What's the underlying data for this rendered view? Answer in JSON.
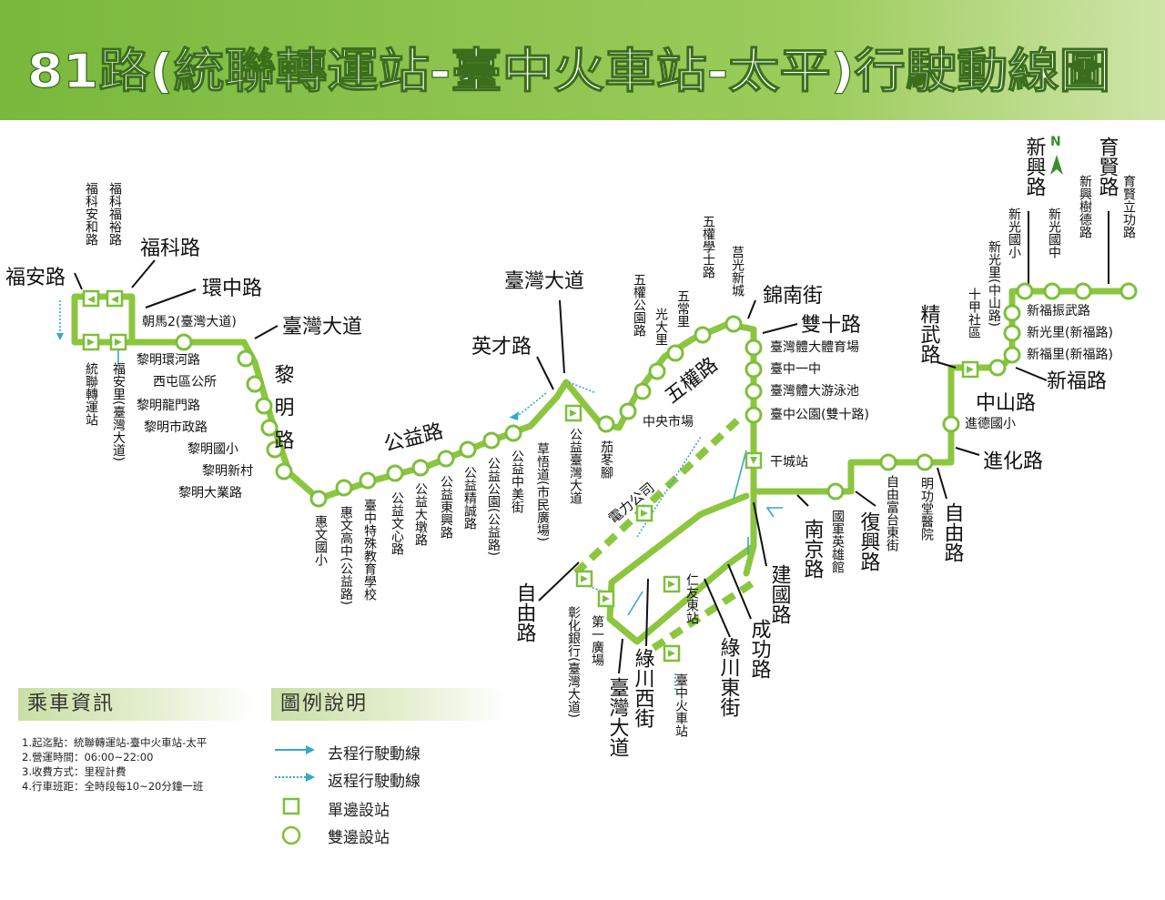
{
  "title": "81路(統聯轉運站-臺中火車站-太平)行駛動線圖",
  "colors": {
    "route": "#8cc63f",
    "station": "#7dbf3a",
    "outbound": "#36a9c6",
    "return": "#36a9c6",
    "header": "#7fbd42"
  },
  "compass": "N",
  "roads": {
    "fuan": "福安路",
    "fuke": "福科路",
    "huanzhong": "環中路",
    "taiwan_west": "臺灣大道",
    "liming": "黎明路",
    "gongyi": "公益路",
    "yingcai": "英才路",
    "taiwan_mid": "臺灣大道",
    "wuquan": "五權路",
    "jinnan": "錦南街",
    "shuangshi": "雙十路",
    "jingwu": "精武路",
    "xinxing": "新興路",
    "yuxian": "育賢路",
    "xinfu": "新福路",
    "zhongshan": "中山路",
    "jinhua": "進化路",
    "ziyou_east": "自由路",
    "fuxing": "復興路",
    "nanjing": "南京路",
    "jianguo": "建國路",
    "chenggong": "成功路",
    "lvchuan_east": "綠川東街",
    "lvchuan_west": "綠川西街",
    "taiwan_south": "臺灣大道",
    "ziyou_mid": "自由路",
    "taipower": "電力公司"
  },
  "stations": {
    "fuke_anhe": "福科安和路",
    "fuke_fuyu": "福科福裕路",
    "tonglian": "統聯轉運站",
    "fuan_li": "福安里(臺灣大道)",
    "chaoma": "朝馬2(臺灣大道)",
    "limeng_huanhe": "黎明環河路",
    "xitun": "西屯區公所",
    "liming_longmen": "黎明龍門路",
    "liming_market": "黎明市政路",
    "liming_school": "黎明國小",
    "liming_village": "黎明新村",
    "liming_daye": "黎明大業路",
    "huiwen_school": "惠文國小",
    "huiwen_high": "惠文高中(公益路)",
    "special_school": "臺中特殊教育學校",
    "gongyi_wenxin": "公益文心路",
    "gongyi_dadun": "公益大墩路",
    "gongyi_dongxing": "公益東興路",
    "gongyi_jingcheng": "公益精誠路",
    "gongyi_park": "公益公園(公益路)",
    "gongyi_zhongmei": "公益中美街",
    "caowu": "草悟道(市民廣場)",
    "gongyi_taiwan": "公益臺灣大道",
    "jiadong": "茄苳腳",
    "wuquan_park": "五權公園路",
    "guangda": "光大里",
    "wuchang": "五常里",
    "wuquan_xueshi": "五權學士路",
    "jukuang": "莒光新城",
    "central_market": "中央市場",
    "gym": "臺灣體大體育場",
    "taichung_first": "臺中一中",
    "pool": "臺灣體大游泳池",
    "taichung_park": "臺中公園(雙十路)",
    "gancheng": "干城站",
    "hero_hall": "國軍英雄館",
    "ziyou_fudai": "自由富台東街",
    "minggong": "明功堂醫院",
    "jinde": "進德國小",
    "shijia": "十甲社區",
    "xinguang_li": "新光里(中山路)",
    "xinguang_school": "新光國小",
    "xinguang_middle": "新光國中",
    "xinxing_shude": "新興樹德路",
    "yuxian_ligong": "育賢立功路",
    "xinfu_zhenwu": "新福振武路",
    "xinguang_xinfu": "新光里(新福路)",
    "xinfu_li": "新福里(新福路)",
    "changhua_bank": "彰化銀行(臺灣大道)",
    "first_square": "第一廣場",
    "renyou": "仁友東站",
    "train_station": "臺中火車站"
  },
  "info": {
    "heading": "乘車資訊",
    "lines": [
      "1.起迄點：統聯轉運站-臺中火車站-太平",
      "2.營運時間：06:00~22:00",
      "3.收費方式：里程計費",
      "4.行車班距：全時段每10~20分鐘一班"
    ]
  },
  "legend": {
    "heading": "圖例說明",
    "outbound": "去程行駛動線",
    "return": "返程行駛動線",
    "single_stop": "單邊設站",
    "double_stop": "雙邊設站"
  }
}
